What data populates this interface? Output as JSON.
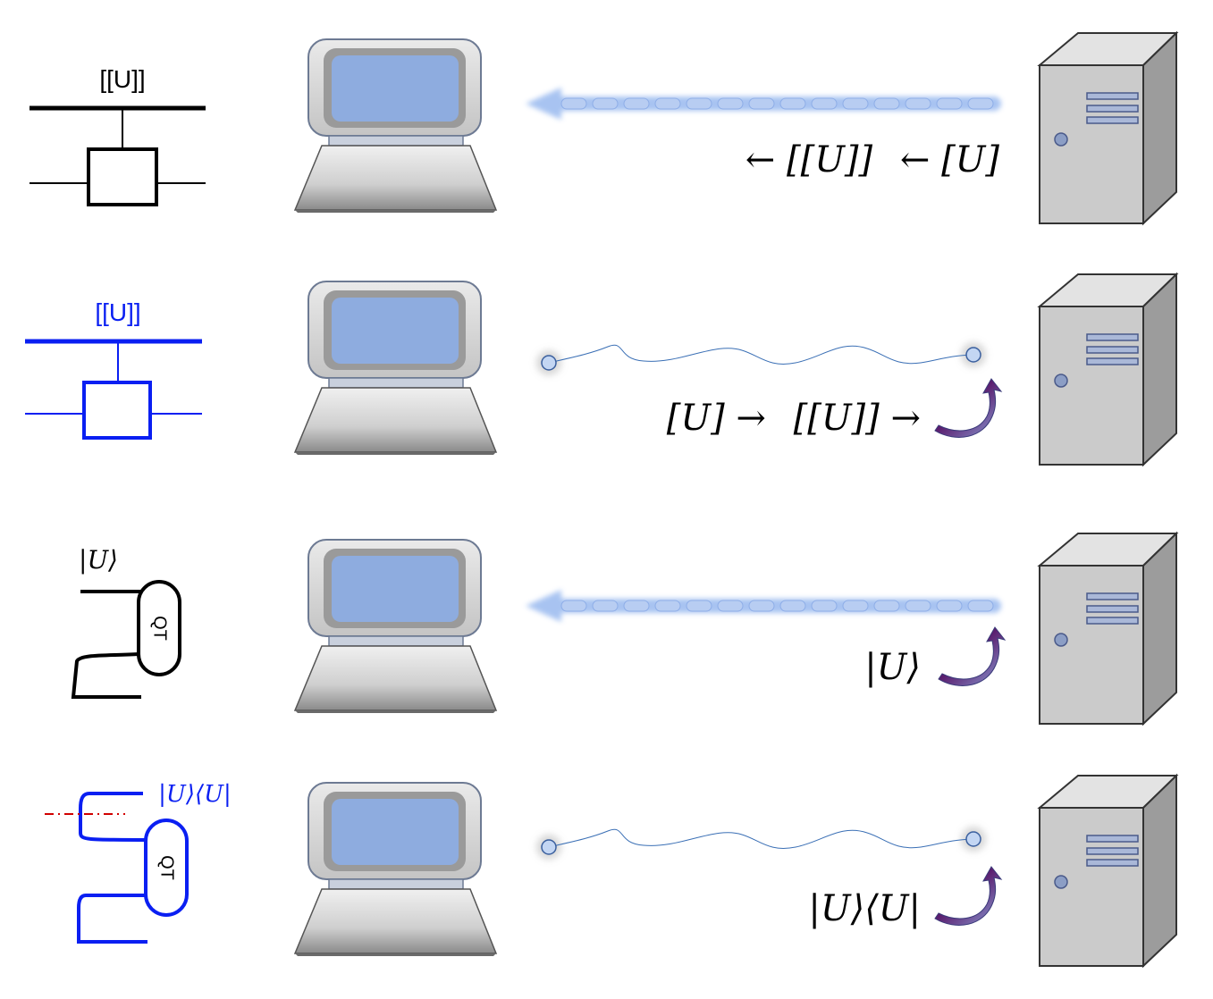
{
  "rows": [
    {
      "id": "classical-download",
      "circuit_label": "[[U]]",
      "circuit_style": "black",
      "channel": "classical",
      "formula_a": "← [[U]]",
      "formula_b": "← [U]"
    },
    {
      "id": "quantum-upload",
      "circuit_label": "[[U]]",
      "circuit_style": "blue",
      "channel": "quantum",
      "formula_a": "[U] →",
      "formula_b": "[[U]] →"
    },
    {
      "id": "state-download",
      "circuit_label": "|U⟩",
      "gate_label": "QT",
      "circuit_style": "black",
      "channel": "classical",
      "formula_a": "|U⟩"
    },
    {
      "id": "density-upload",
      "circuit_label": "|U⟩⟨U|",
      "gate_label": "QT",
      "circuit_style": "blue",
      "channel": "quantum",
      "formula_a": "|U⟩⟨U|"
    }
  ],
  "colors": {
    "black": "#000000",
    "blue": "#0a1ff2",
    "screen": "#8eacdf",
    "beam": "#a9c2ef",
    "red_line": "#d10000",
    "server_front": "#cbcbcb",
    "server_side": "#9c9c9c"
  },
  "icons": [
    "laptop-icon",
    "server-icon",
    "curved-arrow-icon",
    "classical-beam-arrow",
    "quantum-entanglement-link"
  ]
}
